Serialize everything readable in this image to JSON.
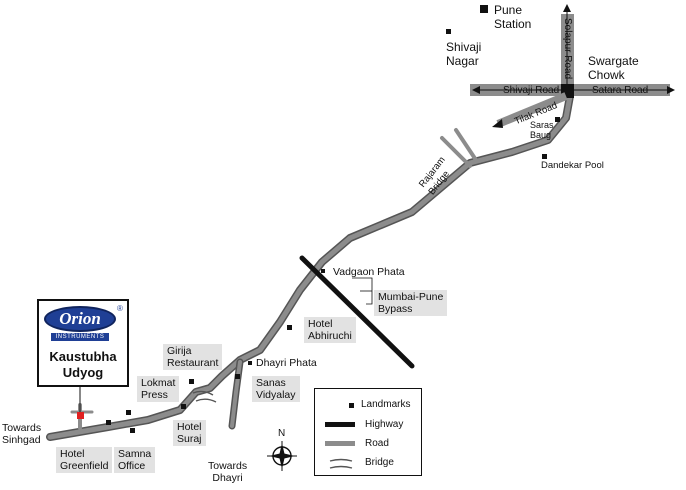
{
  "places": {
    "pune_station": "Pune\nStation",
    "shivaji_nagar": "Shivaji\nNagar",
    "swargate_chowk": "Swargate\nChowk",
    "saras_baug": "Saras\nBaug",
    "dandekar_pool": "Dandekar Pool",
    "rajaram_bridge": "Rajaram\nBridge",
    "vadgaon_phata": "Vadgaon Phata",
    "mumbai_pune_bypass": "Mumbai-Pune\nBypass",
    "hotel_abhiruchi": "Hotel\nAbhiruchi",
    "dhayri_phata": "Dhayri Phata",
    "girija_restaurant": "Girija\nRestaurant",
    "sanas_vidyalay": "Sanas\nVidyalay",
    "lokmat_press": "Lokmat\nPress",
    "hotel_suraj": "Hotel\nSuraj",
    "towards_dhayri": "Towards\nDhayri",
    "samna_office": "Samna\nOffice",
    "hotel_greenfield": "Hotel\nGreenfield",
    "towards_sinhgad": "Towards\nSinhgad"
  },
  "roads": {
    "solapur_road": "Solapur Road",
    "shivaji_road": "Shivaji Road",
    "satara_road": "Satara Road",
    "tilak_road": "Tilak Road"
  },
  "company": {
    "logo_word": "Orion",
    "logo_sub": "INSTRUMENTS",
    "logo_reg": "®",
    "name": "Kaustubha\nUdyog"
  },
  "legend": {
    "landmarks": "Landmarks",
    "highway": "Highway",
    "road": "Road",
    "bridge": "Bridge"
  },
  "compass": {
    "north": "N"
  },
  "colors": {
    "road": "#8c8c8c",
    "road_edge": "#555555",
    "highway": "#111111",
    "landmark": "#111111",
    "destination": "#e02020",
    "logo_blue": "#1f3f95",
    "label_box": "#e2e2e2"
  }
}
